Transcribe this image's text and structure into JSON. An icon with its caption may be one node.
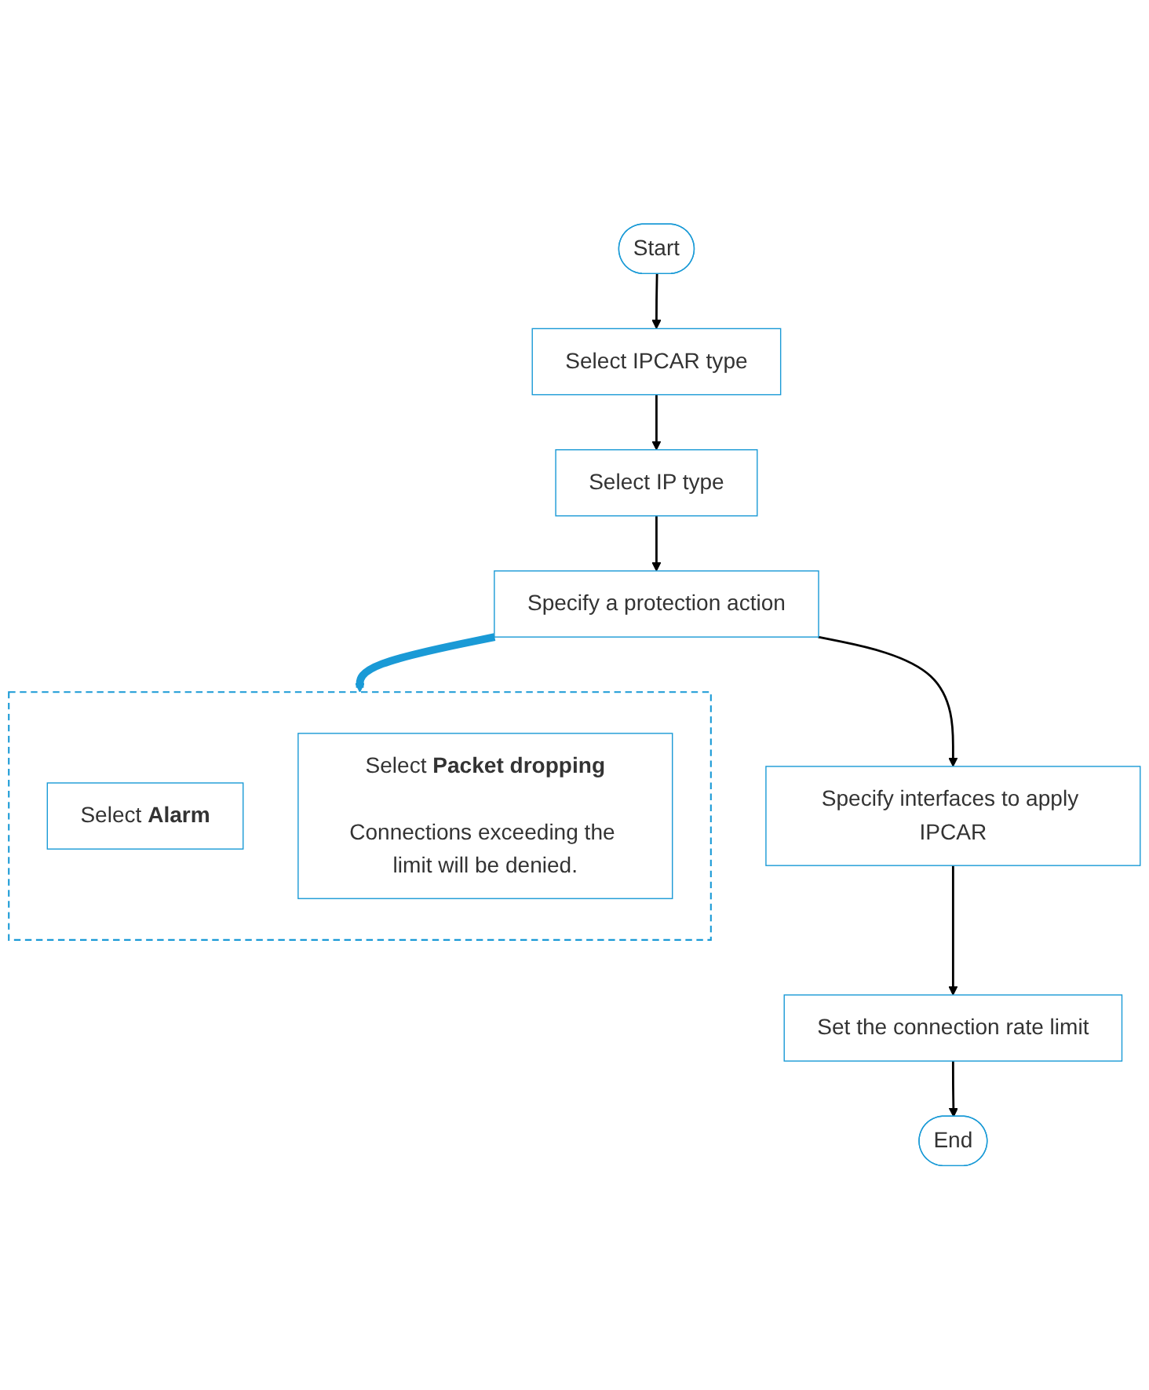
{
  "diagram": {
    "nodes": [
      {
        "text": [
          "Start"
        ]
      },
      {
        "text": [
          "Select IPCAR type"
        ]
      },
      {
        "text": [
          "Select IP type"
        ]
      },
      {
        "text": [
          "Specify a protection action"
        ]
      },
      {
        "text": [
          "Specify interfaces to apply IPCAR"
        ]
      },
      {
        "text": [
          "Set the connection rate limit"
        ]
      },
      {
        "text": [
          "End"
        ]
      },
      {
        "text": [],
        "shape": "box"
      },
      {
        "text": [
          "Select **Alarm**"
        ],
        "in": 7
      },
      {
        "text": [
          "Select **Packet dropping**",
          "Connections exceeding the limit will be denied."
        ],
        "in": 7
      }
    ],
    "edges": [
      {
        "from": 0,
        "to": 1,
        "arrow": "to"
      },
      {
        "from": 1,
        "to": 2,
        "arrow": "to"
      },
      {
        "from": 2,
        "to": 3,
        "arrow": "to"
      },
      {
        "from": 3,
        "to": 7,
        "arrow": "to",
        "style": "thick",
        "color": "#1a9ad6"
      },
      {
        "from": 3,
        "to": 4,
        "arrow": "to"
      },
      {
        "from": 4,
        "to": 5,
        "arrow": "to"
      },
      {
        "from": 5,
        "to": 6,
        "arrow": "to"
      }
    ]
  }
}
